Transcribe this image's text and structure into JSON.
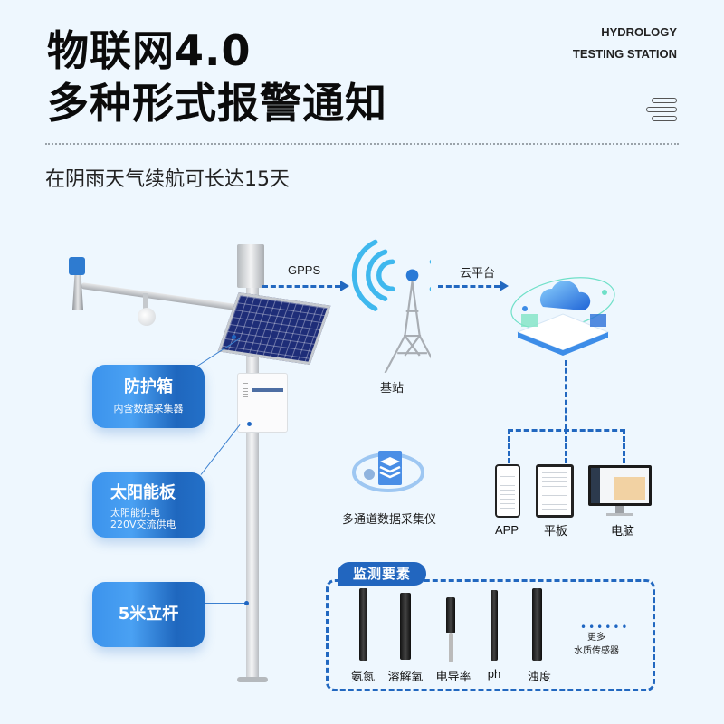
{
  "header": {
    "title_line1": "物联网4.0",
    "title_line2": "多种形式报警通知",
    "eng_line1": "HYDROLOGY",
    "eng_line2": "TESTING STATION",
    "menu_icon": "hamburger-menu-icon",
    "subtitle": "在阴雨天气续航可长达15天"
  },
  "station_labels": [
    {
      "title": "防护箱",
      "desc": [
        "内含数据采集器"
      ]
    },
    {
      "title": "太阳能板",
      "desc": [
        "太阳能供电",
        "220V交流供电"
      ]
    },
    {
      "title": "5米立杆",
      "desc": []
    }
  ],
  "flow": {
    "gpps_label": "GPPS",
    "base_station_label": "基站",
    "cloud_label": "云平台",
    "collector_label": "多通道数据采集仪"
  },
  "devices": [
    {
      "label": "APP"
    },
    {
      "label": "平板"
    },
    {
      "label": "电脑"
    }
  ],
  "monitoring": {
    "title": "监测要素",
    "probes": [
      {
        "label": "氨氮"
      },
      {
        "label": "溶解氧"
      },
      {
        "label": "电导率"
      },
      {
        "label": "ph"
      },
      {
        "label": "浊度"
      }
    ],
    "more_dots": "••••••",
    "more_line1": "更多",
    "more_line2": "水质传感器"
  },
  "colors": {
    "background": "#eef7fe",
    "accent_blue": "#2268c0",
    "label_gradient_start": "#3c93ec",
    "label_gradient_end": "#1f67be"
  }
}
